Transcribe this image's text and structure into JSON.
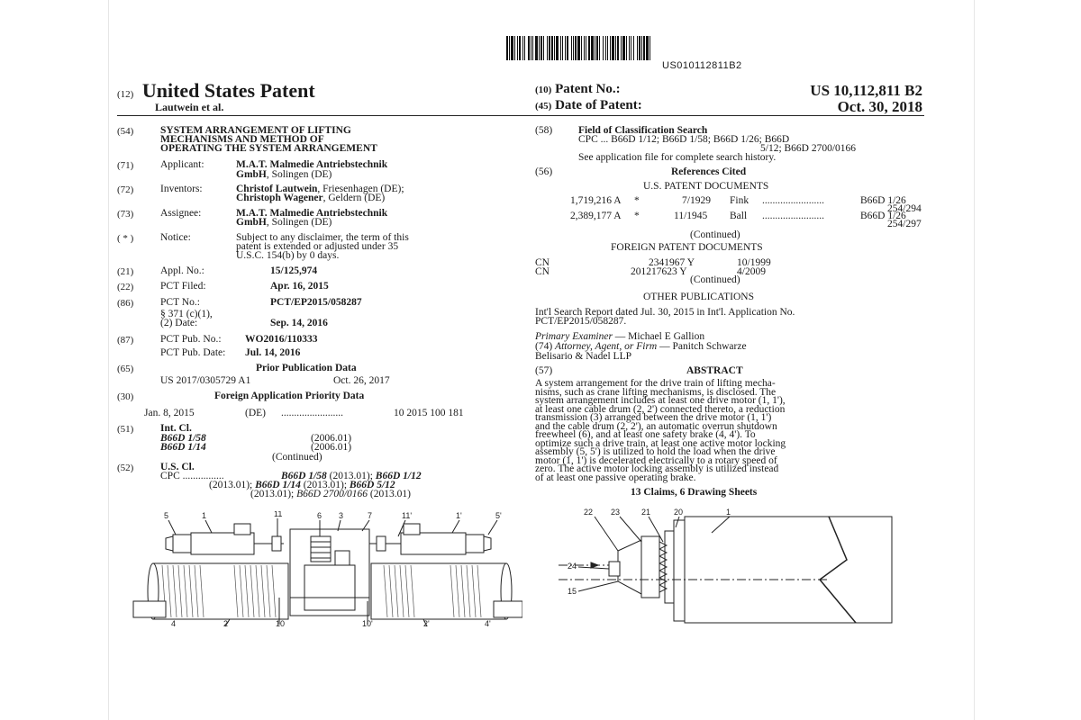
{
  "barcode_text": "US010112811B2",
  "header": {
    "code12": "(12)",
    "title": "United States Patent",
    "inventor_line": "Lautwein et al.",
    "code10": "(10)",
    "patent_no_label": "Patent No.:",
    "patent_no": "US 10,112,811 B2",
    "code45": "(45)",
    "date_label": "Date of Patent:",
    "date": "Oct. 30, 2018"
  },
  "left": {
    "c54": "(54)",
    "title_lines": [
      "SYSTEM ARRANGEMENT OF LIFTING",
      "MECHANISMS AND METHOD OF",
      "OPERATING THE SYSTEM ARRANGEMENT"
    ],
    "c71": "(71)",
    "applicant_label": "Applicant:",
    "applicant_l1": "M.A.T. Malmedie Antriebstechnik",
    "applicant_l2b": "GmbH",
    "applicant_l2": ", Solingen (DE)",
    "c72": "(72)",
    "inventors_label": "Inventors:",
    "inv1b": "Christof Lautwein",
    "inv1": ", Friesenhagen (DE);",
    "inv2b": "Christoph Wagener",
    "inv2": ", Geldern (DE)",
    "c73": "(73)",
    "assignee_label": "Assignee:",
    "assignee_l1": "M.A.T. Malmedie Antriebstechnik",
    "assignee_l2b": "GmbH",
    "assignee_l2": ", Solingen (DE)",
    "cstar": "( * )",
    "notice_label": "Notice:",
    "notice_lines": [
      "Subject to any disclaimer, the term of this",
      "patent is extended or adjusted under 35",
      "U.S.C. 154(b) by 0 days."
    ],
    "c21": "(21)",
    "appl_label": "Appl. No.:",
    "appl": "15/125,974",
    "c22": "(22)",
    "pct_filed_label": "PCT Filed:",
    "pct_filed": "Apr. 16, 2015",
    "c86": "(86)",
    "pct_no_label": "PCT No.:",
    "pct_no": "PCT/EP2015/058287",
    "s371_l1": "§ 371 (c)(1),",
    "s371_l2": "(2) Date:",
    "s371_date": "Sep. 14, 2016",
    "c87": "(87)",
    "pct_pub_label": "PCT Pub. No.:",
    "pct_pub": "WO2016/110333",
    "pct_pub_date_label": "PCT Pub. Date:",
    "pct_pub_date": "Jul. 14, 2016",
    "c65": "(65)",
    "prior_pub_heading": "Prior Publication Data",
    "prior_pub_no": "US 2017/0305729 A1",
    "prior_pub_date": "Oct. 26, 2017",
    "c30": "(30)",
    "foreign_heading": "Foreign Application Priority Data",
    "foreign_date": "Jan. 8, 2015",
    "foreign_country": "(DE)",
    "foreign_dots": "........................",
    "foreign_no": "10 2015 100 181",
    "c51": "(51)",
    "intcl_label": "Int. Cl.",
    "intcl1": "B66D 1/58",
    "intcl1_date": "(2006.01)",
    "intcl2": "B66D 1/14",
    "intcl2_date": "(2006.01)",
    "continued": "(Continued)",
    "c52": "(52)",
    "uscl_label": "U.S. Cl.",
    "cpc_label": "CPC ................",
    "cpc_l1a": "B66D 1/58",
    "cpc_l1b": " (2013.01); ",
    "cpc_l1c": "B66D 1/12",
    "cpc_l2a": "(2013.01); ",
    "cpc_l2b": "B66D 1/14",
    "cpc_l2c": " (2013.01); ",
    "cpc_l2d": "B66D 5/12",
    "cpc_l3a": "(2013.01); ",
    "cpc_l3b": "B66D 2700/0166",
    "cpc_l3c": " (2013.01)"
  },
  "right": {
    "c58": "(58)",
    "field_heading": "Field of Classification Search",
    "field_l1": "CPC ... B66D 1/12; B66D 1/58; B66D 1/26; B66D",
    "field_l2": "5/12; B66D 2700/0166",
    "field_l3": "See application file for complete search history.",
    "c56": "(56)",
    "refs_heading": "References Cited",
    "us_docs_heading": "U.S. PATENT DOCUMENTS",
    "us_refs": [
      {
        "no": "1,719,216 A",
        "star": "*",
        "date": "7/1929",
        "name": "Fink",
        "dots": "........................",
        "cls": "B66D 1/26",
        "cls2": "254/294"
      },
      {
        "no": "2,389,177 A",
        "star": "*",
        "date": "11/1945",
        "name": "Ball",
        "dots": "........................",
        "cls": "B66D 1/26",
        "cls2": "254/297"
      }
    ],
    "continued": "(Continued)",
    "foreign_docs_heading": "FOREIGN PATENT DOCUMENTS",
    "foreign_refs": [
      {
        "country": "CN",
        "no": "2341967 Y",
        "date": "10/1999"
      },
      {
        "country": "CN",
        "no": "201217623 Y",
        "date": "4/2009"
      }
    ],
    "other_pubs_heading": "OTHER PUBLICATIONS",
    "other_l1": "Int'l Search Report dated Jul. 30, 2015 in Int'l. Application No.",
    "other_l2": "PCT/EP2015/058287.",
    "examiner_label": "Primary Examiner",
    "examiner": " — Michael E Gallion",
    "attorney_code": "(74) ",
    "attorney_label": "Attorney, Agent, or Firm",
    "attorney_l1": " — Panitch Schwarze",
    "attorney_l2": "Belisario & Nadel LLP",
    "c57": "(57)",
    "abstract_heading": "ABSTRACT",
    "abstract_lines": [
      "A system arrangement for the drive train of lifting mecha-",
      "nisms, such as crane lifting mechanisms, is disclosed. The",
      "system arrangement includes at least one drive motor (1, 1'),",
      "at least one cable drum (2, 2') connected thereto, a reduction",
      "transmission (3) arranged between the drive motor (1, 1')",
      "and the cable drum (2, 2'), an automatic overrun shutdown",
      "freewheel (6), and at least one safety brake (4, 4'). To",
      "optimize such a drive train, at least one active motor locking",
      "assembly (5, 5') is utilized to hold the load when the drive",
      "motor (1, 1') is decelerated electrically to a rotary speed of",
      "zero. The active motor locking assembly is utilized instead",
      "of at least one passive operating brake."
    ],
    "claims": "13 Claims, 6 Drawing Sheets"
  },
  "figure1": {
    "labels": [
      "5",
      "1",
      "11",
      "6",
      "3",
      "7",
      "11'",
      "1'",
      "5'",
      "4",
      "2",
      "10",
      "10'",
      "2'",
      "4'"
    ]
  },
  "figure2": {
    "labels": [
      "22",
      "23",
      "21",
      "20",
      "1",
      "24",
      "15"
    ]
  }
}
